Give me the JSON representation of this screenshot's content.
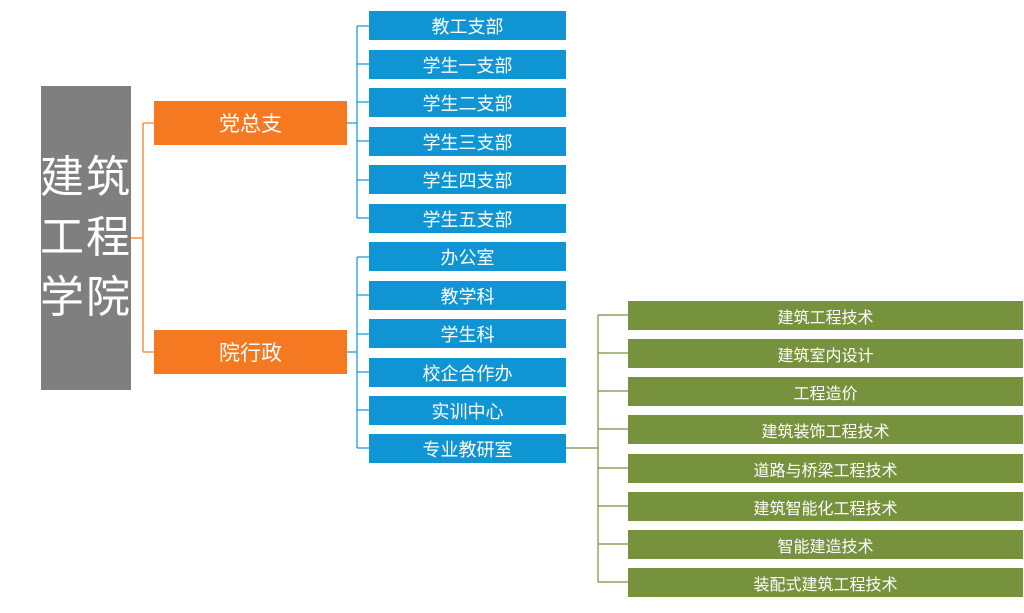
{
  "colors": {
    "root": "#7f7f7f",
    "level1": "#f47920",
    "level2": "#0f95d3",
    "level3": "#76923c"
  },
  "root": {
    "lines": [
      "建筑",
      "工程",
      "学院"
    ]
  },
  "branches": [
    {
      "label": "党总支",
      "children": [
        "教工支部",
        "学生一支部",
        "学生二支部",
        "学生三支部",
        "学生四支部",
        "学生五支部"
      ]
    },
    {
      "label": "院行政",
      "children": [
        "办公室",
        "教学科",
        "学生科",
        "校企合作办",
        "实训中心",
        "专业教研室"
      ]
    }
  ],
  "majors": {
    "parent": "专业教研室",
    "items": [
      "建筑工程技术",
      "建筑室内设计",
      "工程造价",
      "建筑装饰工程技术",
      "道路与桥梁工程技术",
      "建筑智能化工程技术",
      "智能建造技术",
      "装配式建筑工程技术"
    ]
  }
}
